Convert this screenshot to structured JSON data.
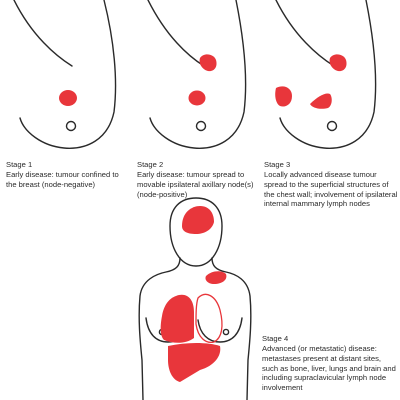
{
  "stages": [
    {
      "title": "Stage 1",
      "description": "Early disease: tumour confined to the breast (node-negative)"
    },
    {
      "title": "Stage 2",
      "description": "Early disease: tumour spread to movable ipsilateral axillary node(s) (node-positive)"
    },
    {
      "title": "Stage 3",
      "description": "Locally advanced disease tumour spread to the superficial structures of the chest wall; involvement of ipsilateral internal mammary lymph nodes"
    },
    {
      "title": "Stage 4",
      "description": "Advanced (or metastatic) disease: metastases present at distant sites, such as bone, liver, lungs and brain and including supraclavicular lymph node involvement"
    }
  ],
  "colors": {
    "tumour": "#e8363b",
    "outline": "#2a2a2a"
  }
}
